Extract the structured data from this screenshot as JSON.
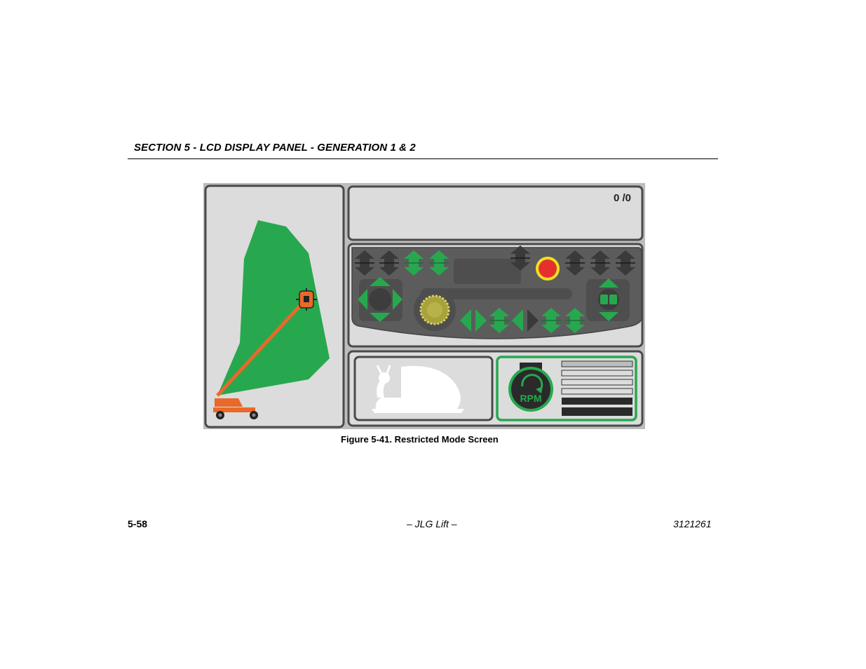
{
  "header": {
    "section_title": "SECTION 5 - LCD DISPLAY PANEL - GENERATION 1 & 2"
  },
  "figure": {
    "counter_text": "0 /0",
    "rpm_label": "RPM",
    "caption": "Figure 5-41. Restricted Mode Screen"
  },
  "colors": {
    "envelope_green": "#27a84f",
    "boom_orange": "#e8692a",
    "estop_red": "#e53030",
    "estop_ring": "#f0e01e",
    "active_arrow": "#27a84f",
    "inactive_arrow": "#3a3a3a",
    "panel_gray": "#dcdcdc"
  },
  "footer": {
    "page_number": "5-58",
    "publisher": "– JLG Lift –",
    "doc_number": "3121261"
  }
}
